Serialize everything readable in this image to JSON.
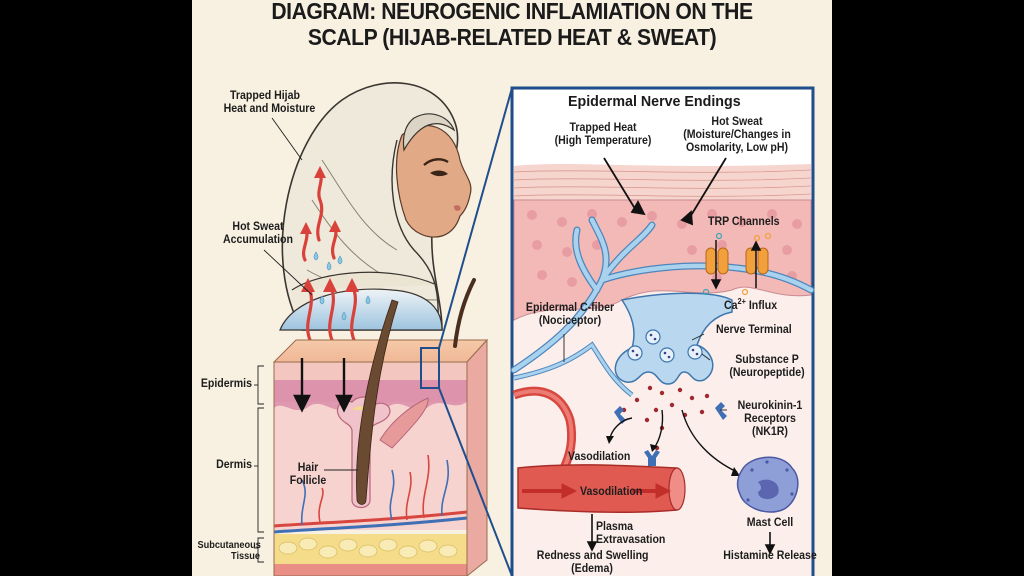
{
  "title": {
    "line1": "DIAGRAM: NEUROGENIC INFLAMIATION ON THE",
    "line2": "SCALP (HIJAB-RELATED HEAT & SWEAT)"
  },
  "left_panel": {
    "labels": {
      "trapped_heat_1": "Trapped Hijab",
      "trapped_heat_2": "Heat and Moisture",
      "hot_sweat_1": "Hot Sweat",
      "hot_sweat_2": "Accumulation",
      "epidermis": "Epidermis",
      "dermis": "Dermis",
      "hair_follicle_1": "Hair",
      "hair_follicle_2": "Follicle",
      "subcutaneous_1": "Subcutaneous",
      "subcutaneous_2": "Tissue"
    }
  },
  "detail_panel": {
    "title": "Epidermal Nerve Endings",
    "labels": {
      "trapped_heat_1": "Trapped Heat",
      "trapped_heat_2": "(High Temperature)",
      "hot_sweat_1": "Hot Sweat",
      "hot_sweat_2": "(Moisture/Changes in",
      "hot_sweat_3": "Osmolarity, Low pH)",
      "trp_channels": "TRP Channels",
      "ca_influx_prefix": "Ca",
      "ca_influx_sup": "2+",
      "ca_influx_suffix": " Influx",
      "c_fiber_1": "Epidermal C-fiber",
      "c_fiber_2": "(Nociceptor)",
      "nerve_terminal": "Nerve Terminal",
      "substance_p_1": "Substance P",
      "substance_p_2": "(Neuropeptide)",
      "nk1r_1": "Neurokinin-1",
      "nk1r_2": "Receptors",
      "nk1r_3": "(NK1R)",
      "vasodilation_top": "Vasodilation",
      "vasodilation_vessel": "Vasodilation",
      "plasma_1": "Plasma",
      "plasma_2": "Extravasation",
      "redness_1": "Redness and Swelling",
      "redness_2": "(Edema)",
      "mast_cell": "Mast Cell",
      "histamine": "Histamine Release"
    }
  },
  "colors": {
    "background": "#f8f1e1",
    "panel_border": "#1f4e8c",
    "heat_arrow": "#d9423a",
    "sweat_drop": "#8cc8e4",
    "nerve": "#8cbfe3",
    "vessel_red": "#d8473f",
    "vessel_blue": "#3f6fb5",
    "skin_pink": "#f4c9c5",
    "fat_yellow": "#f4dc8a",
    "trp_orange": "#f2a03c",
    "mast_cell": "#8e9ed6"
  }
}
